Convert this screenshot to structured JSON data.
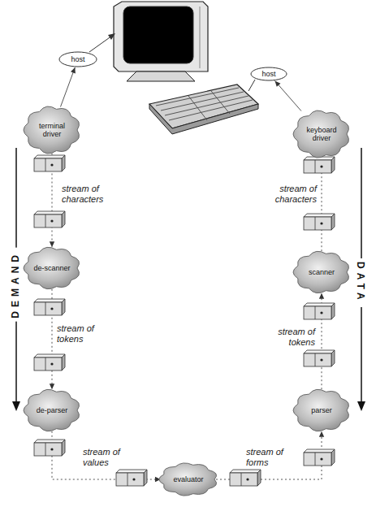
{
  "diagram": {
    "nodes": [
      {
        "text": [
          "host"
        ]
      },
      {
        "text": [
          "host"
        ]
      },
      {
        "text": [
          "terminal driver"
        ]
      },
      {
        "text": [
          "keyboard driver"
        ]
      },
      {
        "text": [
          "de-scanner"
        ]
      },
      {
        "text": [
          "scanner"
        ]
      },
      {
        "text": [
          "de-parser"
        ]
      },
      {
        "text": [
          "parser"
        ]
      },
      {
        "text": [
          "evaluator"
        ]
      }
    ],
    "edges": [
      {
        "from": 2,
        "to": 0,
        "arrow": "to"
      },
      {
        "from": 3,
        "to": 1,
        "arrow": "to"
      },
      {
        "from": 2,
        "to": 4,
        "label": "stream of characters",
        "arrow": "to"
      },
      {
        "from": 4,
        "to": 6,
        "label": "stream of tokens",
        "arrow": "to"
      },
      {
        "from": 6,
        "to": 8,
        "label": "stream of values",
        "arrow": "to"
      },
      {
        "from": 8,
        "to": 7,
        "label": "stream of forms",
        "arrow": "to"
      },
      {
        "from": 7,
        "to": 5,
        "label": "stream of tokens",
        "arrow": "to"
      },
      {
        "from": 5,
        "to": 3,
        "label": "stream of characters",
        "arrow": "to"
      }
    ],
    "labels": [
      "DEMAND",
      "DATA"
    ]
  }
}
